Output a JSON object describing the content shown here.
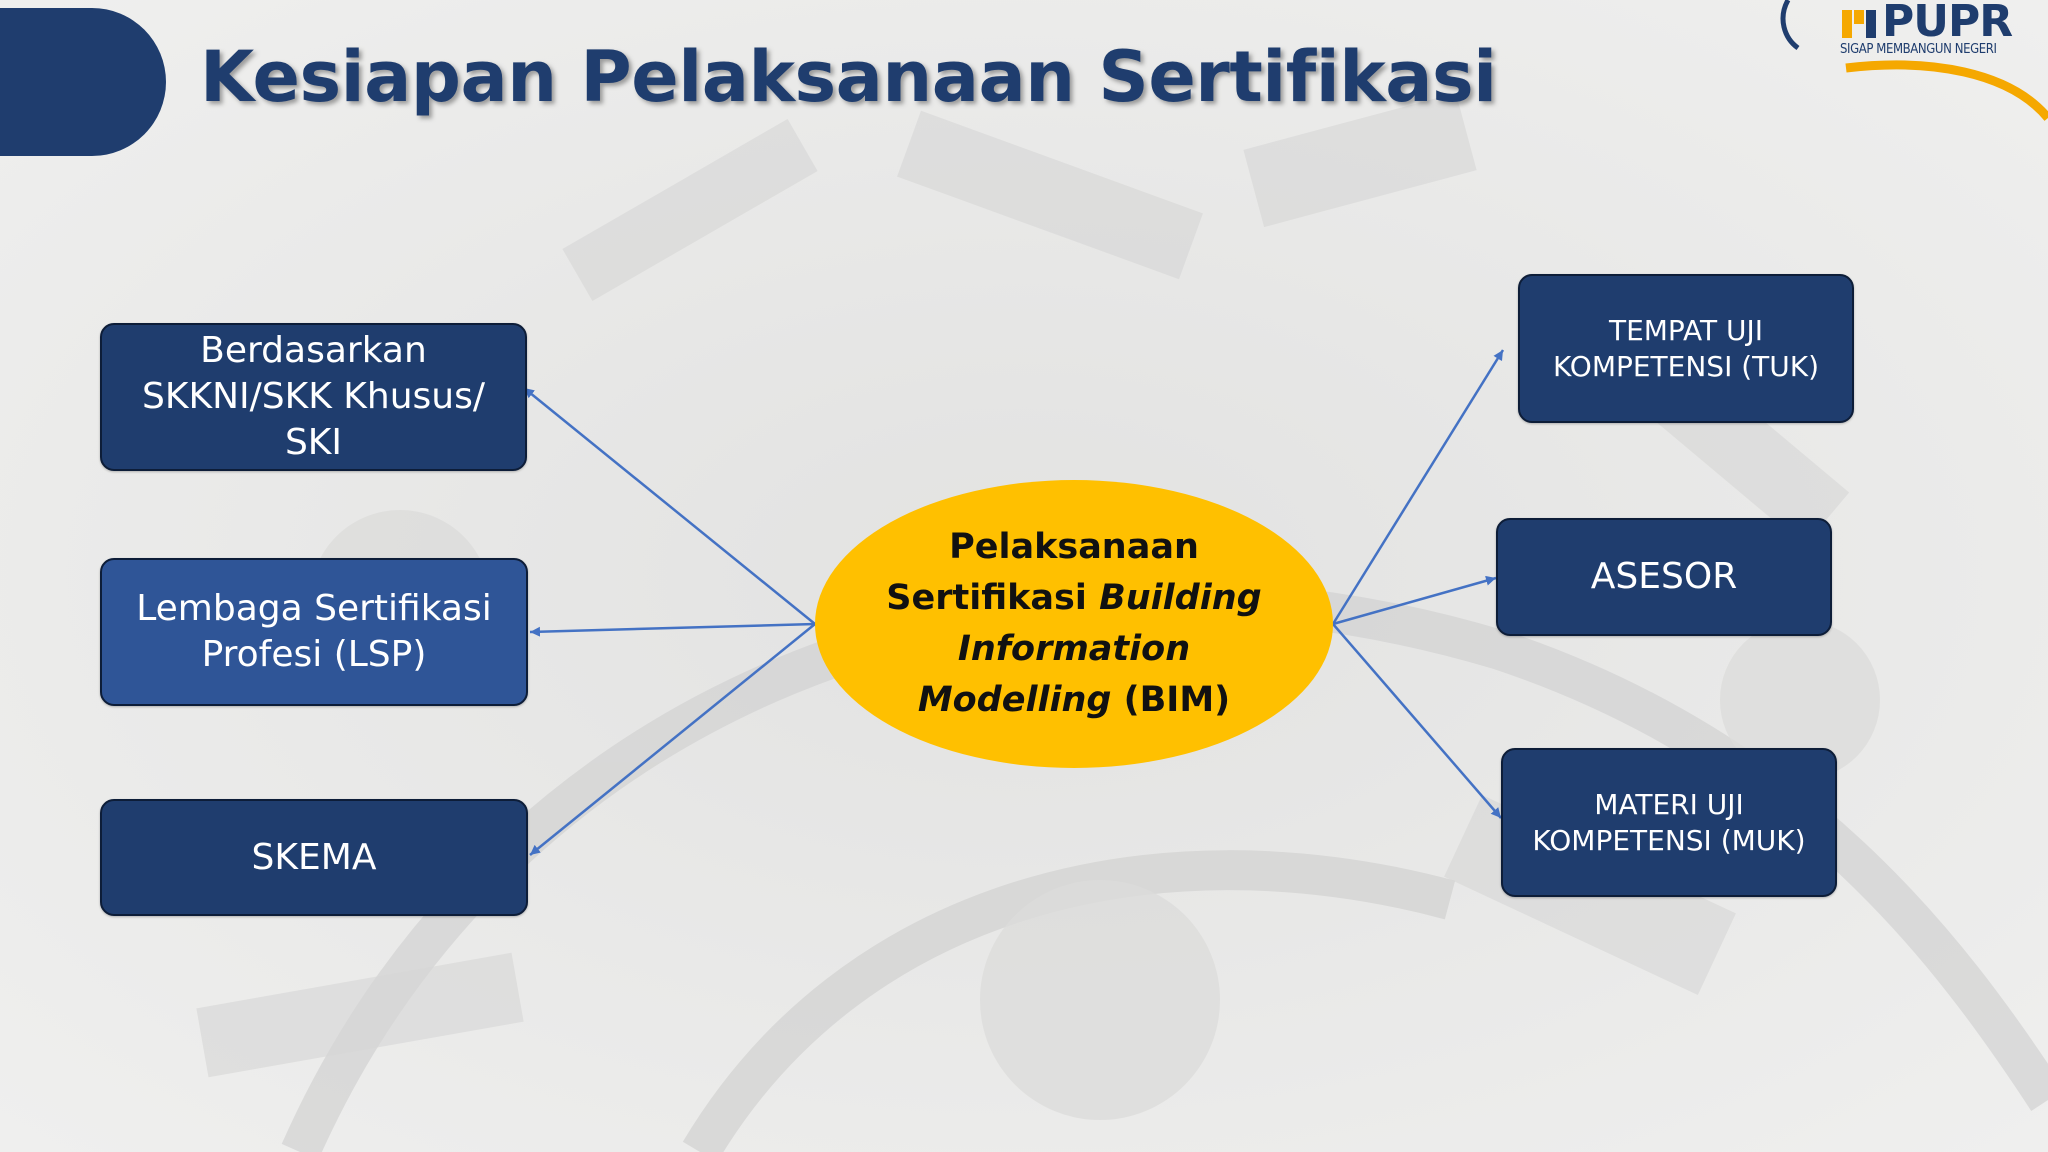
{
  "page": {
    "title": "Kesiapan Pelaksanaan Sertifikasi"
  },
  "logo": {
    "name": "PUPR",
    "tagline": "SIGAP MEMBANGUN NEGERI"
  },
  "colors": {
    "navy": "#1f3d6e",
    "blue": "#2f5597",
    "accent": "#ffc000",
    "connector": "#4472c4"
  },
  "diagram": {
    "center": {
      "line1": "Pelaksanaan",
      "line2_plain": "Sertifikasi ",
      "line2_italic": "Building",
      "line3_italic": "Information",
      "line4_italic": "Modelling",
      "line4_plain": " (BIM)"
    },
    "left_nodes": [
      {
        "label": "Berdasarkan\nSKKNI/SKK Khusus/\nSKI"
      },
      {
        "label": "Lembaga Sertifikasi\nProfesi (LSP)"
      },
      {
        "label": "SKEMA"
      }
    ],
    "right_nodes": [
      {
        "label": "TEMPAT UJI\nKOMPETENSI (TUK)"
      },
      {
        "label": "ASESOR"
      },
      {
        "label": "MATERI UJI\nKOMPETENSI (MUK)"
      }
    ]
  }
}
